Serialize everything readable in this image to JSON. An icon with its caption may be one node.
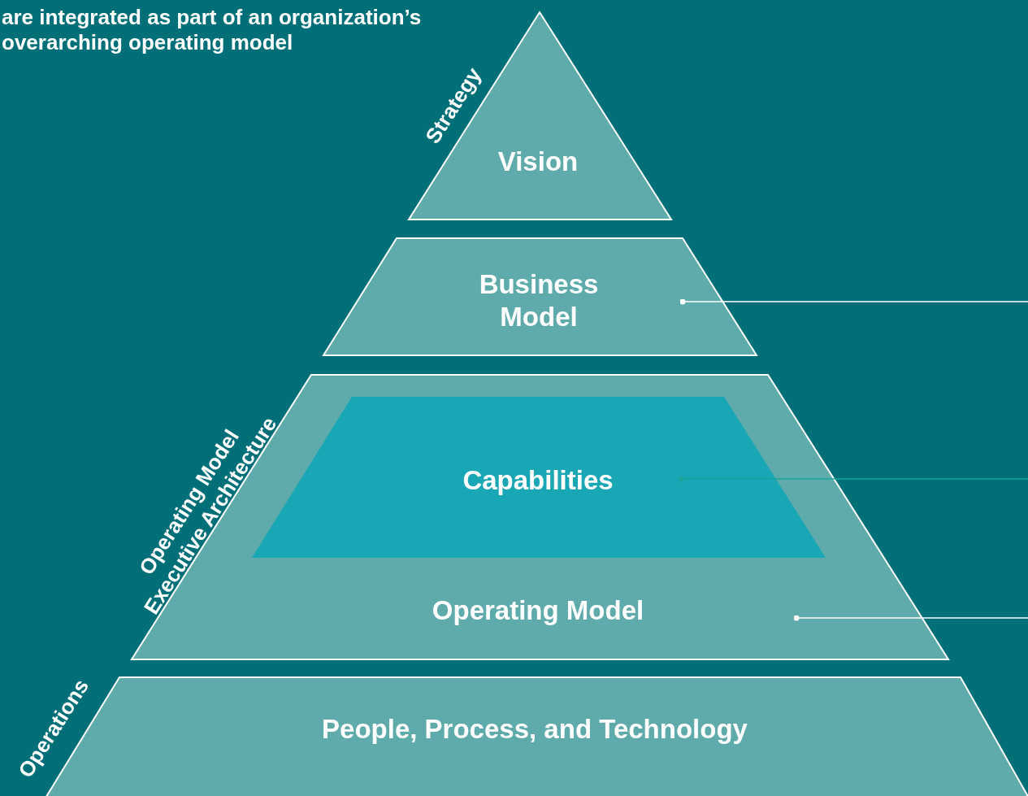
{
  "diagram": {
    "nodes": [
      {
        "text": [
          "Vision"
        ]
      },
      {
        "text": [
          "Business Model"
        ]
      },
      {
        "text": [
          "Operating Model"
        ]
      },
      {
        "text": [
          "Capabilities"
        ],
        "in": 2
      },
      {
        "text": [
          "People, Process, and Technology"
        ]
      }
    ],
    "edges": [
      {
        "from": 1,
        "to": null,
        "arrow": "other"
      },
      {
        "from": 3,
        "to": null,
        "arrow": "other",
        "color": "#19a39c"
      },
      {
        "from": 2,
        "to": null,
        "arrow": "other"
      }
    ],
    "labels": [
      "are integrated as part of an organization’s overarching operating model",
      "Strategy",
      "Operating Model Executive Architecture",
      "Operations"
    ]
  }
}
